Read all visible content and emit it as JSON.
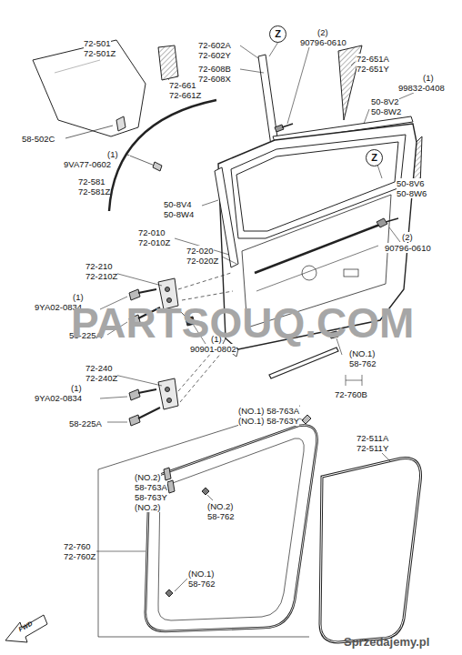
{
  "diagram": {
    "nodes": [
      {
        "text": [
          "Z"
        ]
      },
      {
        "text": [
          "Z"
        ]
      },
      {
        "text": [
          "FWD"
        ]
      }
    ],
    "labels": [
      "72-501",
      "72-501Z",
      "72-661",
      "72-661Z",
      "58-502C",
      "(1)",
      "9VA77-0602",
      "72-581",
      "72-581Z",
      "72-602A",
      "72-602Y",
      "72-608B",
      "72-608X",
      "(2)",
      "90796-0610",
      "72-651A",
      "72-651Y",
      "(1)",
      "99832-0408",
      "50-8V2",
      "50-8W2",
      "50-8V6",
      "50-8W6",
      "50-8V4",
      "50-8W4",
      "72-010",
      "72-010Z",
      "72-020",
      "72-020Z",
      "(2)",
      "90796-0610",
      "72-210",
      "72-210Z",
      "(1)",
      "9YA02-0834",
      "58-225A",
      "(1)",
      "90901-0802",
      "(NO.1)",
      "58-762",
      "72-240",
      "72-240Z",
      "(1)",
      "9YA02-0834",
      "72-760B",
      "58-225A",
      "(NO.1) 58-763A",
      "(NO.1) 58-763Y",
      "72-511A",
      "72-511Y",
      "(NO.2)",
      "58-763A",
      "58-763Y",
      "(NO.2)",
      "(NO.2)",
      "58-762",
      "72-760",
      "72-760Z",
      "(NO.1)",
      "58-762",
      "PARTSOUQ.COM",
      "Sprzedajemy.pl"
    ]
  }
}
